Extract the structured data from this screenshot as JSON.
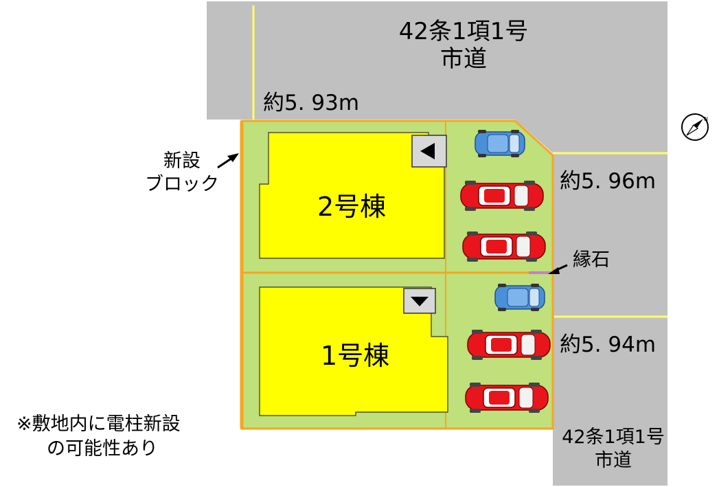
{
  "roads": {
    "north": {
      "line1": "42条1項1号",
      "line2": "市道"
    },
    "east": {
      "line1": "42条1項1号",
      "line2": "市道"
    }
  },
  "frontages": {
    "north": "約5. 93m",
    "east_upper": "約5. 96m",
    "east_lower": "約5. 94m"
  },
  "buildings": [
    {
      "name": "2号棟"
    },
    {
      "name": "1号棟"
    }
  ],
  "callouts": {
    "block": {
      "line1": "新設",
      "line2": "ブロック"
    },
    "curb": "縁石"
  },
  "note": {
    "line1": "※敷地内に電柱新設",
    "line2": "の可能性あり"
  },
  "colors": {
    "road": "#c0c0c0",
    "lot": "#bfe07a",
    "building": "#ffff00",
    "boundary": "#f5a623",
    "frontage_line": "#ffff66",
    "car_red": "#e8161c",
    "car_blue": "#4a90d9",
    "curb": "#c77dd6"
  },
  "icons": [
    "compass-icon",
    "triangle-left-icon",
    "triangle-down-icon",
    "car-icon",
    "arrow-icon"
  ]
}
